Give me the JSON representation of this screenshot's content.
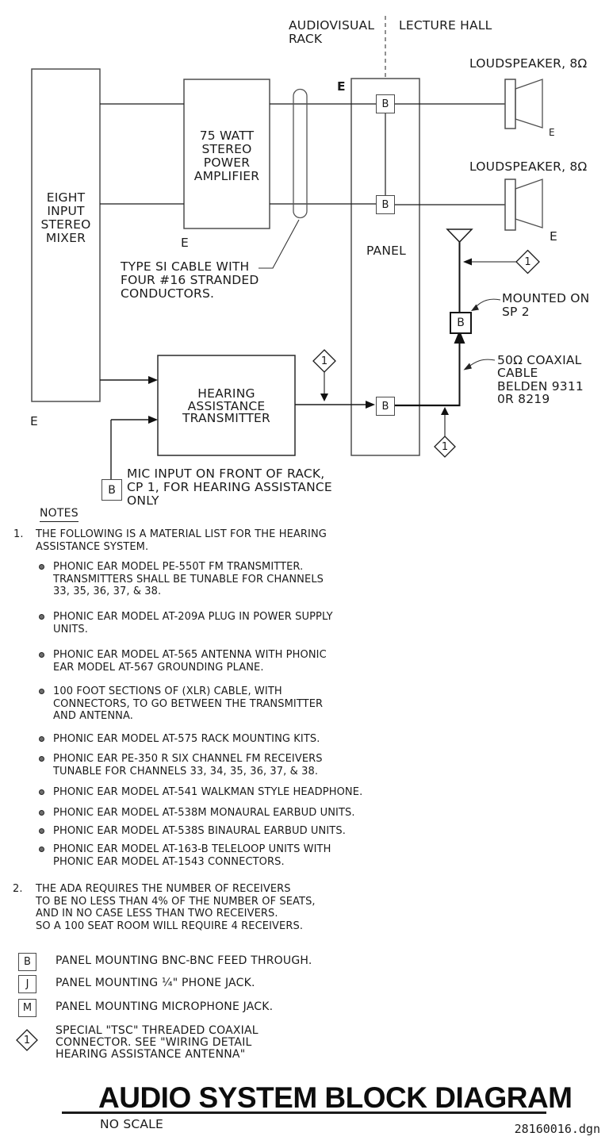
{
  "colors": {
    "ink": "#1b1b1b",
    "box_stroke": "#4f4f4f",
    "bg": "#ffffff"
  },
  "diagram": {
    "zone_left": {
      "lines": [
        "AUDIOVISUAL",
        "RACK"
      ]
    },
    "zone_right": "LECTURE HALL",
    "speaker1_label": "LOUDSPEAKER, 8Ω",
    "speaker2_label": "LOUDSPEAKER, 8Ω",
    "mixer": {
      "lines": [
        "EIGHT",
        "INPUT",
        "STEREO",
        "MIXER"
      ]
    },
    "amplifier": {
      "lines": [
        "75 WATT",
        "STEREO",
        "POWER",
        "AMPLIFIER"
      ]
    },
    "transmitter": {
      "lines": [
        "HEARING",
        "ASSISTANCE",
        "TRANSMITTER"
      ]
    },
    "panel_label": "PANEL",
    "connector_b": "B",
    "callout_1": "1",
    "e_amp": "E",
    "e_panel": "E",
    "e_mixer": "E",
    "e_speaker1": "E",
    "e_speaker2": "E",
    "cable_note": {
      "lines": [
        "TYPE SI CABLE WITH",
        "FOUR #16 STRANDED",
        "CONDUCTORS."
      ]
    },
    "mounted_note": {
      "lines": [
        "MOUNTED ON",
        "SP 2"
      ]
    },
    "coax_note": {
      "lines": [
        "50Ω COAXIAL",
        "CABLE",
        "BELDEN 9311",
        "0R 8219"
      ]
    },
    "mic_note": {
      "lines": [
        "MIC INPUT ON FRONT OF RACK,",
        "CP 1, FOR HEARING ASSISTANCE",
        "ONLY"
      ]
    }
  },
  "notes": {
    "heading": "NOTES",
    "item1": {
      "num": "1.",
      "lines": [
        "THE FOLLOWING IS A MATERIAL LIST FOR THE HEARING",
        "ASSISTANCE SYSTEM."
      ]
    },
    "bullets": [
      {
        "lines": [
          "PHONIC EAR MODEL PE-550T FM TRANSMITTER.",
          "TRANSMITTERS SHALL BE TUNABLE FOR CHANNELS",
          "33, 35, 36, 37, & 38."
        ]
      },
      {
        "lines": [
          "PHONIC EAR MODEL AT-209A PLUG IN POWER SUPPLY",
          "UNITS."
        ]
      },
      {
        "lines": [
          "PHONIC EAR MODEL AT-565 ANTENNA WITH PHONIC",
          "EAR MODEL AT-567 GROUNDING PLANE."
        ]
      },
      {
        "lines": [
          "100 FOOT SECTIONS OF (XLR) CABLE, WITH",
          "CONNECTORS, TO GO BETWEEN THE TRANSMITTER",
          "AND ANTENNA."
        ]
      },
      {
        "lines": [
          "PHONIC EAR MODEL AT-575 RACK MOUNTING KITS."
        ]
      },
      {
        "lines": [
          "PHONIC EAR PE-350 R SIX CHANNEL FM RECEIVERS",
          "TUNABLE FOR CHANNELS 33, 34, 35, 36, 37, & 38."
        ]
      },
      {
        "lines": [
          "PHONIC EAR MODEL AT-541 WALKMAN STYLE HEADPHONE."
        ]
      },
      {
        "lines": [
          "PHONIC EAR MODEL AT-538M MONAURAL EARBUD UNITS."
        ]
      },
      {
        "lines": [
          "PHONIC EAR MODEL AT-538S BINAURAL EARBUD UNITS."
        ]
      },
      {
        "lines": [
          "PHONIC EAR MODEL AT-163-B TELELOOP UNITS WITH",
          "PHONIC EAR MODEL AT-1543 CONNECTORS."
        ]
      }
    ],
    "item2": {
      "num": "2.",
      "lines": [
        "THE ADA REQUIRES THE NUMBER OF RECEIVERS",
        "TO BE NO LESS THAN 4% OF THE NUMBER OF SEATS,",
        "AND IN NO CASE LESS THAN TWO RECEIVERS.",
        "SO A 100 SEAT ROOM WILL REQUIRE 4 RECEIVERS."
      ]
    }
  },
  "legend": {
    "row_b": {
      "symbol": "B",
      "text": "PANEL MOUNTING BNC-BNC FEED THROUGH."
    },
    "row_j": {
      "symbol": "J",
      "text": "PANEL MOUNTING ¼\" PHONE JACK."
    },
    "row_m": {
      "symbol": "M",
      "text": "PANEL MOUNTING MICROPHONE JACK."
    },
    "row_1": {
      "symbol": "1",
      "lines": [
        "SPECIAL \"TSC\" THREADED COAXIAL",
        "CONNECTOR. SEE \"WIRING DETAIL",
        "HEARING ASSISTANCE ANTENNA\""
      ]
    }
  },
  "title_block": {
    "title": "AUDIO SYSTEM BLOCK DIAGRAM",
    "scale": "NO SCALE",
    "file": "28160016.dgn"
  }
}
